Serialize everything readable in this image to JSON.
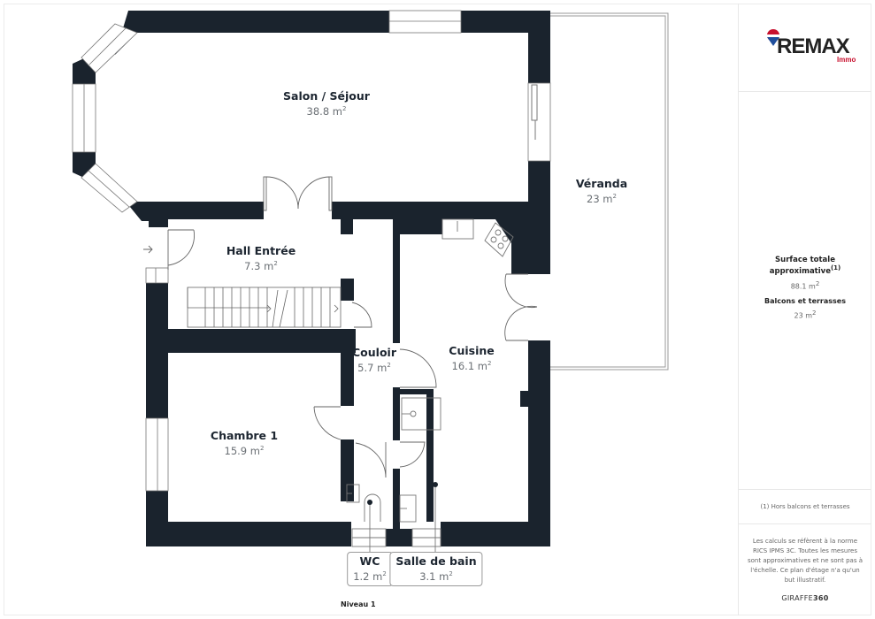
{
  "plan": {
    "level_label": "Niveau 1",
    "wall_color": "#1a232d",
    "rooms": [
      {
        "name": "Salon / Séjour",
        "area": "38.8 m",
        "sup": "2"
      },
      {
        "name": "Véranda",
        "area": "23 m",
        "sup": "2"
      },
      {
        "name": "Hall Entrée",
        "area": "7.3 m",
        "sup": "2"
      },
      {
        "name": "Couloir",
        "area": "5.7 m",
        "sup": "2"
      },
      {
        "name": "Cuisine",
        "area": "16.1 m",
        "sup": "2"
      },
      {
        "name": "Chambre 1",
        "area": "15.9 m",
        "sup": "2"
      },
      {
        "name": "WC",
        "area": "1.2 m",
        "sup": "2"
      },
      {
        "name": "Salle de bain",
        "area": "3.1 m",
        "sup": "2"
      }
    ]
  },
  "panel": {
    "logo": {
      "brand": "RE/MAX",
      "sub": "Immo",
      "brand_color": "#222222",
      "sub_color": "#c8102e"
    },
    "total_label": "Surface totale approximative",
    "total_footnote": "(1)",
    "total_value": "88.1 m",
    "total_sup": "2",
    "balcony_label": "Balcons et terrasses",
    "balcony_value": "23 m",
    "balcony_sup": "2",
    "footnote": "(1) Hors balcons et terrasses",
    "legal": "Les calculs se réfèrent à la norme RICS IPMS 3C. Toutes les mesures sont approximatives et ne sont pas à l'échelle. Ce plan d'étage n'a qu'un but illustratif.",
    "credit_prefix": "GIRAFFE",
    "credit_suffix": "360"
  }
}
